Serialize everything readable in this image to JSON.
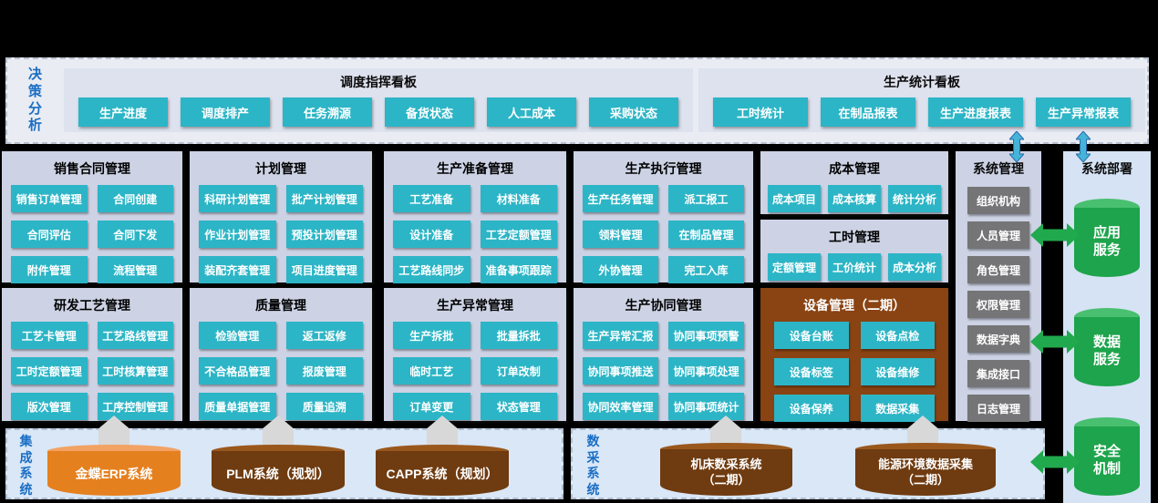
{
  "colors": {
    "accent_teal": "#2cb5c6",
    "module_bg": "#cdd3e5",
    "decision_panel_bg": "#e9ecf2",
    "board_bg": "#dde2ee",
    "gray_button": "#757577",
    "brown_box": "#8a4312",
    "brown_cylinder": "#6f3b10",
    "orange_cylinder": "#e5801f",
    "green_cylinder": "#1ea44c",
    "blue_label": "#1a6ec4",
    "bottom_panel_bg": "#d9e7f7",
    "background": "#000000"
  },
  "decision": {
    "label": "决策分析",
    "boards": [
      {
        "title": "调度指挥看板",
        "items": [
          "生产进度",
          "调度排产",
          "任务溯源",
          "备货状态",
          "人工成本",
          "采购状态"
        ]
      },
      {
        "title": "生产统计看板",
        "items": [
          "工时统计",
          "在制品报表",
          "生产进度报表",
          "生产异常报表"
        ]
      }
    ]
  },
  "modules": [
    {
      "title": "销售合同管理",
      "items": [
        "销售订单管理",
        "合同创建",
        "合同评估",
        "合同下发",
        "附件管理",
        "流程管理"
      ]
    },
    {
      "title": "计划管理",
      "items": [
        "科研计划管理",
        "批产计划管理",
        "作业计划管理",
        "预投计划管理",
        "装配齐套管理",
        "项目进度管理"
      ]
    },
    {
      "title": "生产准备管理",
      "items": [
        "工艺准备",
        "材料准备",
        "设计准备",
        "工艺定额管理",
        "工艺路线同步",
        "准备事项跟踪"
      ]
    },
    {
      "title": "生产执行管理",
      "items": [
        "生产任务管理",
        "派工报工",
        "领料管理",
        "在制品管理",
        "外协管理",
        "完工入库"
      ]
    },
    {
      "title": "成本管理",
      "items": [
        "成本项目",
        "成本核算",
        "统计分析"
      ]
    },
    {
      "title": "工时管理",
      "items": [
        "定额管理",
        "工价统计",
        "成本分析"
      ]
    },
    {
      "title": "研发工艺管理",
      "items": [
        "工艺卡管理",
        "工艺路线管理",
        "工时定额管理",
        "工时核算管理",
        "版次管理",
        "工序控制管理"
      ]
    },
    {
      "title": "质量管理",
      "items": [
        "检验管理",
        "返工返修",
        "不合格品管理",
        "报废管理",
        "质量单据管理",
        "质量追溯"
      ]
    },
    {
      "title": "生产异常管理",
      "items": [
        "生产拆批",
        "批量拆批",
        "临时工艺",
        "订单改制",
        "订单变更",
        "状态管理"
      ]
    },
    {
      "title": "生产协同管理",
      "items": [
        "生产异常汇报",
        "协同事项预警",
        "协同事项推送",
        "协同事项处理",
        "协同效率管理",
        "协同事项统计"
      ]
    },
    {
      "title": "设备管理（二期）",
      "items": [
        "设备台账",
        "设备点检",
        "设备标签",
        "设备维修",
        "设备保养",
        "数据采集"
      ]
    }
  ],
  "system_management": {
    "title": "系统管理",
    "items": [
      "组织机构",
      "人员管理",
      "角色管理",
      "权限管理",
      "数据字典",
      "集成接口",
      "日志管理"
    ]
  },
  "deployment": {
    "title": "系统部署",
    "services": [
      "应用服务",
      "数据服务",
      "安全机制"
    ]
  },
  "integration": {
    "label": "集成系统",
    "systems": [
      "金蝶ERP系统",
      "PLM系统（规划）",
      "CAPP系统（规划）"
    ]
  },
  "daq": {
    "label": "数采系统",
    "systems": [
      {
        "lines": [
          "机床数采系统",
          "（二期）"
        ]
      },
      {
        "lines": [
          "能源环境数据采集",
          "（二期）"
        ]
      }
    ]
  }
}
